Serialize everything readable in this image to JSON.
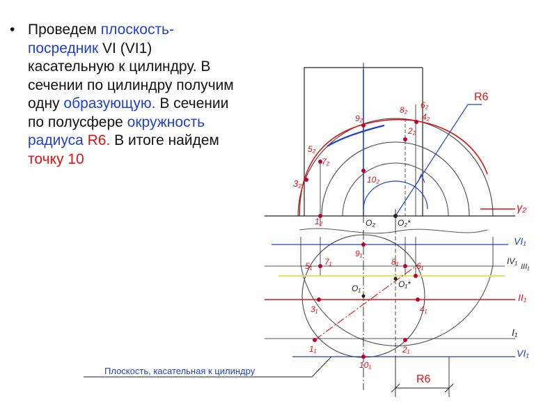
{
  "text": {
    "bullet": "•",
    "parts": [
      {
        "t": "Проведем ",
        "c": "black"
      },
      {
        "t": "плоскость-посредник",
        "c": "blue"
      },
      {
        "t": " VI (VI1) касательную к цилиндру. В сечении по цилиндру получим одну ",
        "c": "black"
      },
      {
        "t": "образующую.",
        "c": "blue"
      },
      {
        "t": " В сечении по полусфере ",
        "c": "black"
      },
      {
        "t": "окружность  радиуса ",
        "c": "blue"
      },
      {
        "t": "R6.",
        "c": "red"
      },
      {
        "t": " В итоге найдем ",
        "c": "black"
      },
      {
        "t": "точку 10",
        "c": "red"
      }
    ]
  },
  "callouts": {
    "r6_top": "R6",
    "r6_bottom": "R6",
    "tangent_plane": "Плоскость, касательная к цилиндру"
  },
  "handwritten": {
    "p3_2": "3₂",
    "p5_2": "5₂",
    "p7_2": "7₂",
    "p9_2": "9₂",
    "p8_2": "8₂",
    "p6_2": "6₂",
    "p4_2": "4₂",
    "p2_2": "2₂",
    "p10_2": "10₂",
    "p1_2": "1₂",
    "o2": "O₂",
    "o2s": "O₂*",
    "gamma2": "γ₂",
    "p9_1": "9₁",
    "p5_1": "5₁",
    "p7_1": "7₁",
    "p8_1": "8₁",
    "p6_1": "6₁",
    "o1": "O₁",
    "o1s": "O₁*",
    "p3_1": "3₁",
    "p4_1": "4₁",
    "p1_1": "1₁",
    "p2_1": "2₁",
    "p10_1": "10₁",
    "lvl_VI1_top": "VI₁",
    "lvl_IV": "IV₁",
    "lvl_III": "III₁",
    "lvl_II": "II₁",
    "lvl_I": "I₁",
    "lvl_VI1_bot": "VI₁"
  },
  "colors": {
    "red": "#e01010",
    "blue": "#1f3fd0",
    "yellow": "#e8e060",
    "ink": "#222222"
  }
}
